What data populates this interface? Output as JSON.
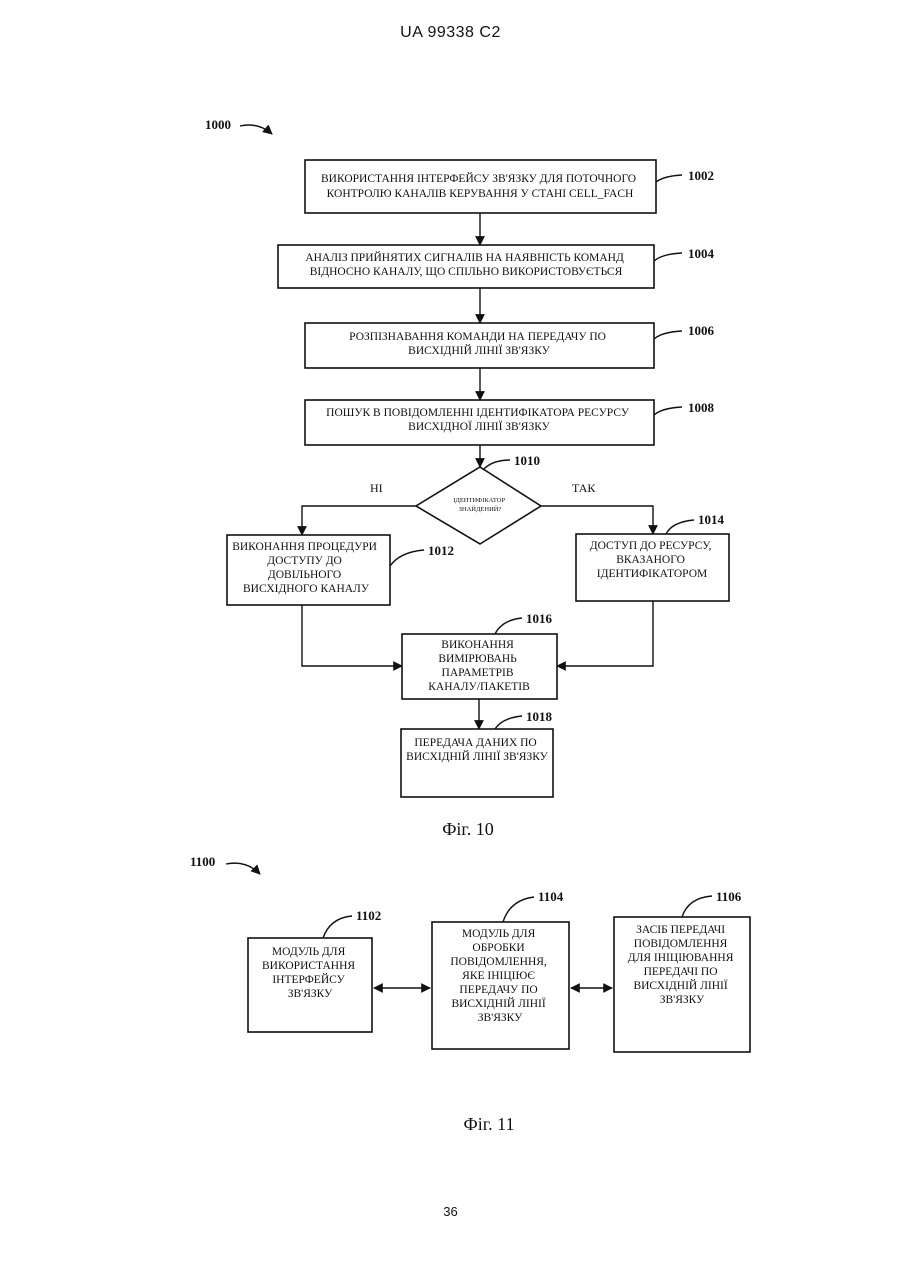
{
  "header": "UA   99338   C2",
  "page_number": "36",
  "fig10": {
    "ref": "1000",
    "caption": "Фіг. 10",
    "yes_label": "ТАК",
    "no_label": "НІ",
    "blocks": {
      "b1002": {
        "ref": "1002",
        "lines": [
          "ВИКОРИСТАННЯ ІНТЕРФЕЙСУ ЗВ'ЯЗКУ ДЛЯ ПОТОЧНОГО",
          "КОНТРОЛЮ КАНАЛІВ КЕРУВАННЯ У СТАНІ CELL_FACH"
        ]
      },
      "b1004": {
        "ref": "1004",
        "lines": [
          "АНАЛІЗ ПРИЙНЯТИХ СИГНАЛІВ НА НАЯВНІСТЬ КОМАНД",
          "ВІДНОСНО КАНАЛУ, ЩО СПІЛЬНО ВИКОРИСТОВУЄТЬСЯ"
        ]
      },
      "b1006": {
        "ref": "1006",
        "lines": [
          "РОЗПІЗНАВАННЯ КОМАНДИ НА ПЕРЕДАЧУ ПО",
          "ВИСХІДНІЙ ЛІНІЇ ЗВ'ЯЗКУ"
        ]
      },
      "b1008": {
        "ref": "1008",
        "lines": [
          "ПОШУК В ПОВІДОМЛЕННІ ІДЕНТИФІКАТОРА РЕСУРСУ",
          "ВИСХІДНОЇ ЛІНІЇ ЗВ'ЯЗКУ"
        ]
      },
      "d1010": {
        "ref": "1010",
        "lines": [
          "ІДЕНТИФІКАТОР",
          "ЗНАЙДЕНИЙ?"
        ]
      },
      "b1012": {
        "ref": "1012",
        "lines": [
          "ВИКОНАННЯ ПРОЦЕДУРИ",
          "ДОСТУПУ ДО",
          "ДОВІЛЬНОГО",
          "ВИСХІДНОГО КАНАЛУ"
        ]
      },
      "b1014": {
        "ref": "1014",
        "lines": [
          "ДОСТУП ДО РЕСУРСУ,",
          "ВКАЗАНОГО",
          "ІДЕНТИФІКАТОРОМ"
        ]
      },
      "b1016": {
        "ref": "1016",
        "lines": [
          "ВИКОНАННЯ",
          "ВИМІРЮВАНЬ",
          "ПАРАМЕТРІВ",
          "КАНАЛУ/ПАКЕТІВ"
        ]
      },
      "b1018": {
        "ref": "1018",
        "lines": [
          "ПЕРЕДАЧА ДАНИХ ПО",
          "ВИСХІДНІЙ ЛІНІЇ ЗВ'ЯЗКУ"
        ]
      }
    }
  },
  "fig11": {
    "ref": "1100",
    "caption": "Фіг. 11",
    "blocks": {
      "b1102": {
        "ref": "1102",
        "lines": [
          "МОДУЛЬ ДЛЯ",
          "ВИКОРИСТАННЯ",
          "ІНТЕРФЕЙСУ",
          "ЗВ'ЯЗКУ"
        ]
      },
      "b1104": {
        "ref": "1104",
        "lines": [
          "МОДУЛЬ ДЛЯ",
          "ОБРОБКИ",
          "ПОВІДОМЛЕННЯ,",
          "ЯКЕ ІНІЦІЮЄ",
          "ПЕРЕДАЧУ ПО",
          "ВИСХІДНІЙ ЛІНІЇ",
          "ЗВ'ЯЗКУ"
        ]
      },
      "b1106": {
        "ref": "1106",
        "lines": [
          "ЗАСІБ ПЕРЕДАЧІ",
          "ПОВІДОМЛЕННЯ",
          "ДЛЯ ІНІЦІЮВАННЯ",
          "ПЕРЕДАЧІ ПО",
          "ВИСХІДНІЙ ЛІНІЇ",
          "ЗВ'ЯЗКУ"
        ]
      }
    }
  }
}
